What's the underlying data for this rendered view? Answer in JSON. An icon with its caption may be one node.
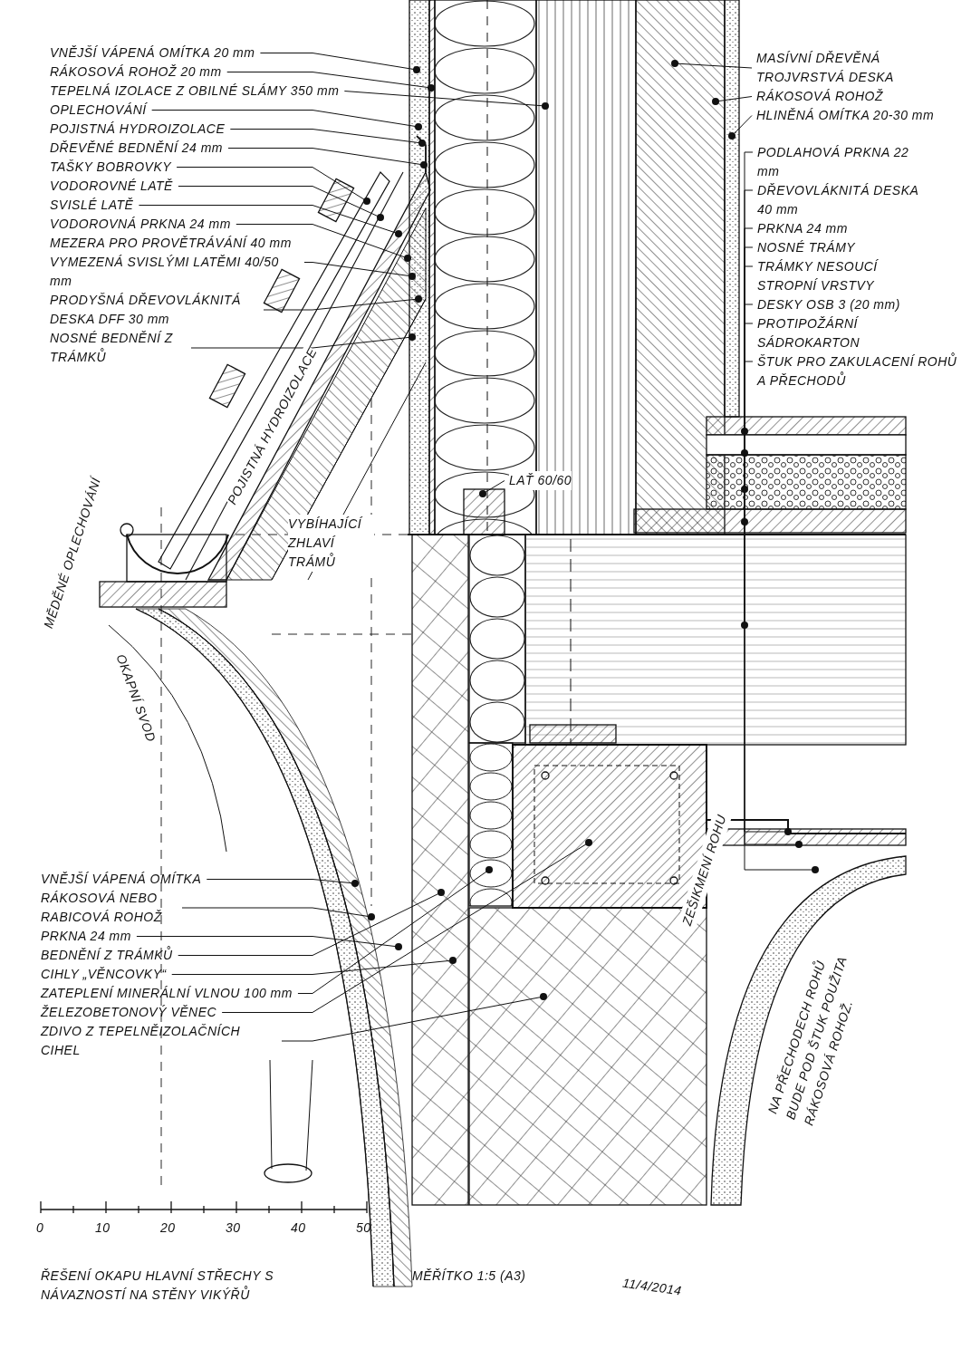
{
  "diagram": {
    "title": "ŘEŠENÍ OKAPU HLAVNÍ STŘECHY S NÁVAZNOSTÍ NA STĚNY VIKÝŘŮ",
    "nodes": [
      {
        "text": [
          "VNĚJŠÍ VÁPENÁ OMÍTKA 20 mm"
        ]
      },
      {
        "text": [
          "RÁKOSOVÁ ROHOŽ 20 mm"
        ]
      },
      {
        "text": [
          "TEPELNÁ IZOLACE Z OBILNÉ SLÁMY 350 mm"
        ]
      },
      {
        "text": [
          "OPLECHOVÁNÍ"
        ]
      },
      {
        "text": [
          "POJISTNÁ HYDROIZOLACE"
        ]
      },
      {
        "text": [
          "DŘEVĚNÉ BEDNĚNÍ 24 mm"
        ]
      },
      {
        "text": [
          "TAŠKY BOBROVKY"
        ]
      },
      {
        "text": [
          "VODOROVNÉ LATĚ"
        ]
      },
      {
        "text": [
          "SVISLÉ LATĚ"
        ]
      },
      {
        "text": [
          "VODOROVNÁ PRKNA 24 mm"
        ]
      },
      {
        "text": [
          "MEZERA PRO PROVĚTRÁVÁNÍ 40 mm VYMEZENÁ SVISLÝMI LATĚMI 40/50 mm"
        ]
      },
      {
        "text": [
          "PRODYŠNÁ DŘEVOVLÁKNITÁ DESKA DFF 30 mm"
        ]
      },
      {
        "text": [
          "NOSNÉ BEDNĚNÍ Z TRÁMKŮ"
        ]
      },
      {
        "text": [
          "MASÍVNÍ DŘEVĚNÁ TROJVRSTVÁ DESKA"
        ]
      },
      {
        "text": [
          "RÁKOSOVÁ ROHOŽ"
        ]
      },
      {
        "text": [
          "HLINĚNÁ OMÍTKA 20-30 mm"
        ]
      },
      {
        "text": [
          "PODLAHOVÁ PRKNA 22 mm"
        ]
      },
      {
        "text": [
          "DŘEVOVLÁKNITÁ DESKA 40 mm"
        ]
      },
      {
        "text": [
          "PRKNA 24 mm"
        ]
      },
      {
        "text": [
          "NOSNÉ TRÁMY"
        ]
      },
      {
        "text": [
          "TRÁMKY NESOUCÍ STROPNÍ VRSTVY"
        ]
      },
      {
        "text": [
          "DESKY OSB 3 (20 mm)"
        ]
      },
      {
        "text": [
          "PROTIPOŽÁRNÍ SÁDROKARTON"
        ]
      },
      {
        "text": [
          "ŠTUK PRO ZAKULACENÍ ROHŮ A PŘECHODŮ"
        ]
      },
      {
        "text": [
          "LAŤ 60/60"
        ]
      },
      {
        "text": [
          "VNĚJŠÍ VÁPENÁ OMÍTKA"
        ]
      },
      {
        "text": [
          "RÁKOSOVÁ NEBO RABICOVÁ ROHOŽ"
        ]
      },
      {
        "text": [
          "PRKNA 24 mm"
        ]
      },
      {
        "text": [
          "BEDNĚNÍ Z TRÁMKŮ"
        ]
      },
      {
        "text": [
          "CIHLY „VĚNCOVKY“"
        ]
      },
      {
        "text": [
          "ZATEPLENÍ MINERÁLNÍ VLNOU 100 mm"
        ]
      },
      {
        "text": [
          "ŽELEZOBETONOVÝ VĚNEC"
        ]
      },
      {
        "text": [
          "ZDIVO Z TEPELNĚIZOLAČNÍCH CIHEL"
        ]
      }
    ],
    "edges": [
      {
        "from": 0,
        "to": null,
        "arrow": "other"
      },
      {
        "from": 1,
        "to": null,
        "arrow": "other"
      },
      {
        "from": 2,
        "to": null,
        "arrow": "other"
      },
      {
        "from": 3,
        "to": null,
        "arrow": "other"
      },
      {
        "from": 4,
        "to": null,
        "arrow": "other"
      },
      {
        "from": 5,
        "to": null,
        "arrow": "other"
      },
      {
        "from": 6,
        "to": null,
        "arrow": "other"
      },
      {
        "from": 7,
        "to": null,
        "arrow": "other"
      },
      {
        "from": 8,
        "to": null,
        "arrow": "other"
      },
      {
        "from": 9,
        "to": null,
        "arrow": "other"
      },
      {
        "from": 10,
        "to": null,
        "arrow": "other"
      },
      {
        "from": 11,
        "to": null,
        "arrow": "other"
      },
      {
        "from": 12,
        "to": null,
        "arrow": "other"
      },
      {
        "from": 13,
        "to": null,
        "arrow": "other"
      },
      {
        "from": 14,
        "to": null,
        "arrow": "other"
      },
      {
        "from": 15,
        "to": null,
        "arrow": "other"
      },
      {
        "from": 16,
        "to": null,
        "arrow": "other"
      },
      {
        "from": 17,
        "to": null,
        "arrow": "other"
      },
      {
        "from": 18,
        "to": null,
        "arrow": "other"
      },
      {
        "from": 19,
        "to": null,
        "arrow": "other"
      },
      {
        "from": 20,
        "to": null,
        "arrow": "other"
      },
      {
        "from": 21,
        "to": null,
        "arrow": "other"
      },
      {
        "from": 22,
        "to": null,
        "arrow": "other"
      },
      {
        "from": 23,
        "to": null,
        "arrow": "other"
      },
      {
        "from": 24,
        "to": null,
        "arrow": "other"
      },
      {
        "from": 25,
        "to": null,
        "arrow": "other"
      },
      {
        "from": 26,
        "to": null,
        "arrow": "other"
      },
      {
        "from": 27,
        "to": null,
        "arrow": "other"
      },
      {
        "from": 28,
        "to": null,
        "arrow": "other"
      },
      {
        "from": 29,
        "to": null,
        "arrow": "other"
      },
      {
        "from": 30,
        "to": null,
        "arrow": "other"
      },
      {
        "from": 31,
        "to": null,
        "arrow": "other"
      },
      {
        "from": 32,
        "to": null,
        "arrow": "other"
      }
    ],
    "labels": [
      "VYBÍHAJÍCÍ ZHLAVÍ TRÁMŮ",
      "MĚDĚNÉ OPLECHOVÁNÍ",
      "POJISTNÁ HYDROIZOLACE",
      "OKAPNÍ SVOD",
      "ZEŠIKMENÍ ROHU",
      "NA PŘECHODECH ROHŮ BUDE POD ŠTUK POUŽITA RÁKOSOVÁ ROHOŽ.",
      "0",
      "10",
      "20",
      "30",
      "40",
      "50",
      "MĚŘÍTKO 1:5 (A3)",
      "11/4/2014"
    ]
  }
}
